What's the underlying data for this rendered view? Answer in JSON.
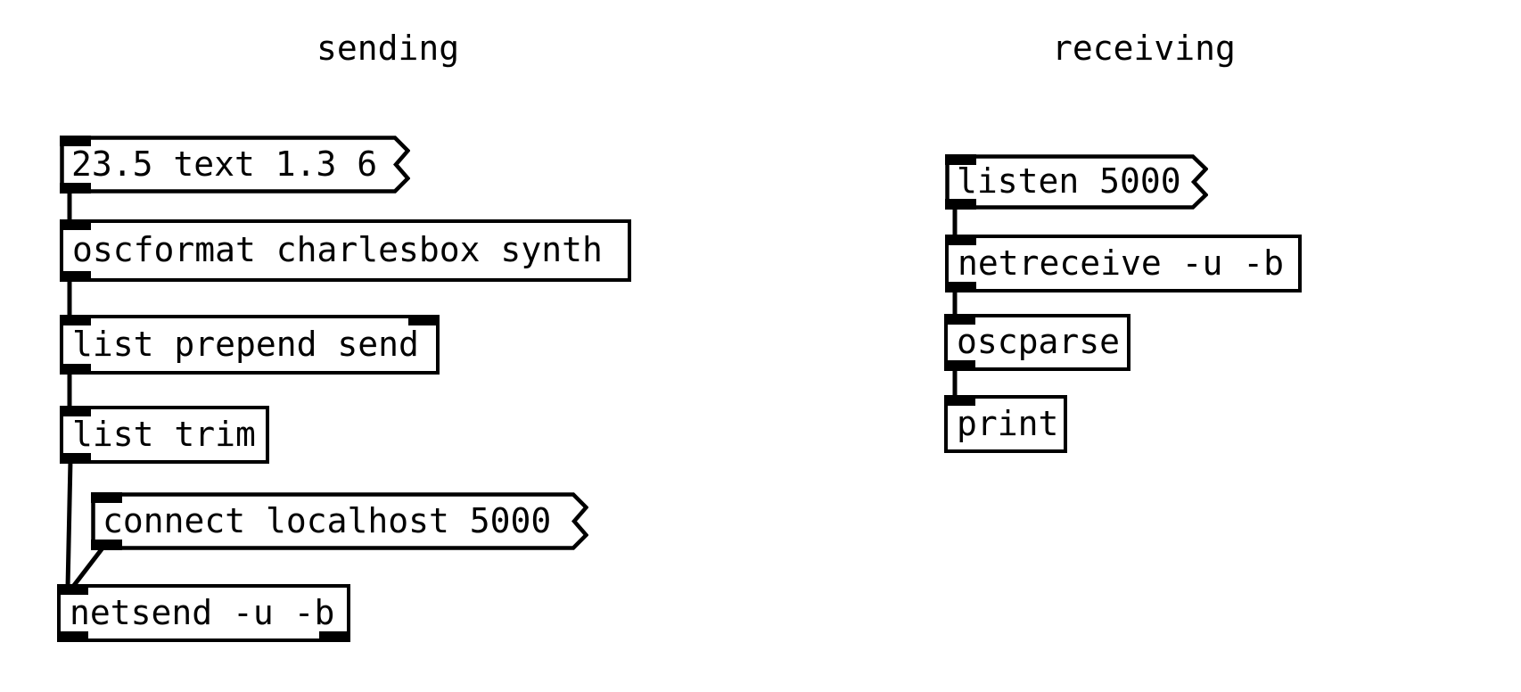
{
  "window": {
    "background": "#ffffff",
    "foreground": "#000000"
  },
  "comments": {
    "sending": "sending",
    "receiving": "receiving"
  },
  "boxes": {
    "msg_values": {
      "type": "message",
      "label": "23.5 text 1.3 6"
    },
    "obj_oscformat": {
      "type": "object",
      "label": "oscformat charlesbox synth"
    },
    "obj_list_prepend": {
      "type": "object",
      "label": "list prepend send"
    },
    "obj_list_trim": {
      "type": "object",
      "label": "list trim"
    },
    "msg_connect": {
      "type": "message",
      "label": "connect localhost 5000"
    },
    "obj_netsend": {
      "type": "object",
      "label": "netsend -u -b"
    },
    "msg_listen": {
      "type": "message",
      "label": "listen 5000"
    },
    "obj_netreceive": {
      "type": "object",
      "label": "netreceive -u -b"
    },
    "obj_oscparse": {
      "type": "object",
      "label": "oscparse"
    },
    "obj_print": {
      "type": "object",
      "label": "print"
    }
  },
  "connections": [
    {
      "from": "msg_values",
      "to": "obj_oscformat"
    },
    {
      "from": "obj_oscformat",
      "to": "obj_list_prepend"
    },
    {
      "from": "obj_list_prepend",
      "to": "obj_list_trim"
    },
    {
      "from": "obj_list_trim",
      "to": "obj_netsend"
    },
    {
      "from": "msg_connect",
      "to": "obj_netsend"
    },
    {
      "from": "msg_listen",
      "to": "obj_netreceive"
    },
    {
      "from": "obj_netreceive",
      "to": "obj_oscparse"
    },
    {
      "from": "obj_oscparse",
      "to": "obj_print"
    }
  ]
}
